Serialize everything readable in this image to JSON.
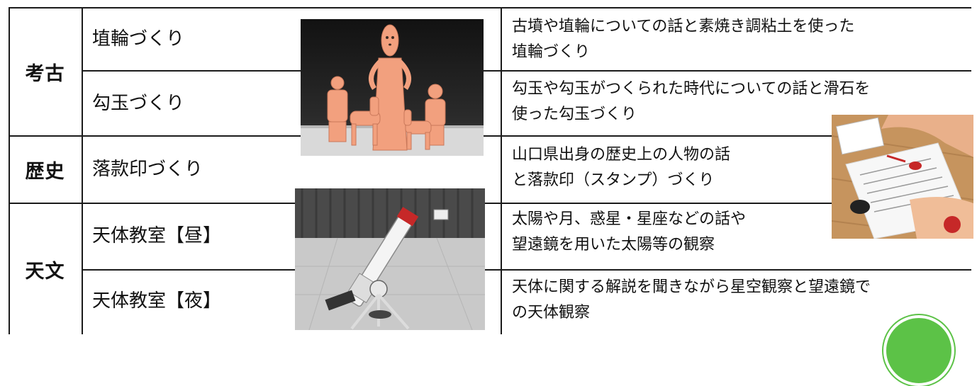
{
  "rows": [
    {
      "category": "考古",
      "program": "埴輪づくり",
      "description": [
        "古墳や埴輪についての話と素焼き調粘土を使った",
        "埴輪づくり"
      ]
    },
    {
      "category": "",
      "program": "勾玉づくり",
      "description": [
        "勾玉や勾玉がつくられた時代についての話と滑石を",
        "使った勾玉づくり"
      ]
    },
    {
      "category": "歴史",
      "program": "落款印づくり",
      "description": [
        "山口県出身の歴史上の人物の話",
        "と落款印（スタンプ）づくり"
      ]
    },
    {
      "category": "天文",
      "program": "天体教室【昼】",
      "description": [
        "太陽や月、惑星・星座などの話や",
        "望遠鏡を用いた太陽等の観察"
      ]
    },
    {
      "category": "",
      "program": "天体教室【夜】",
      "description": [
        "天体に関する解説を聞きながら星空観察と望遠鏡で",
        "の天体観察"
      ]
    }
  ],
  "colors": {
    "border": "#1b1b1b",
    "haniwa": "#f2a07e",
    "badge": "#5cc247"
  }
}
